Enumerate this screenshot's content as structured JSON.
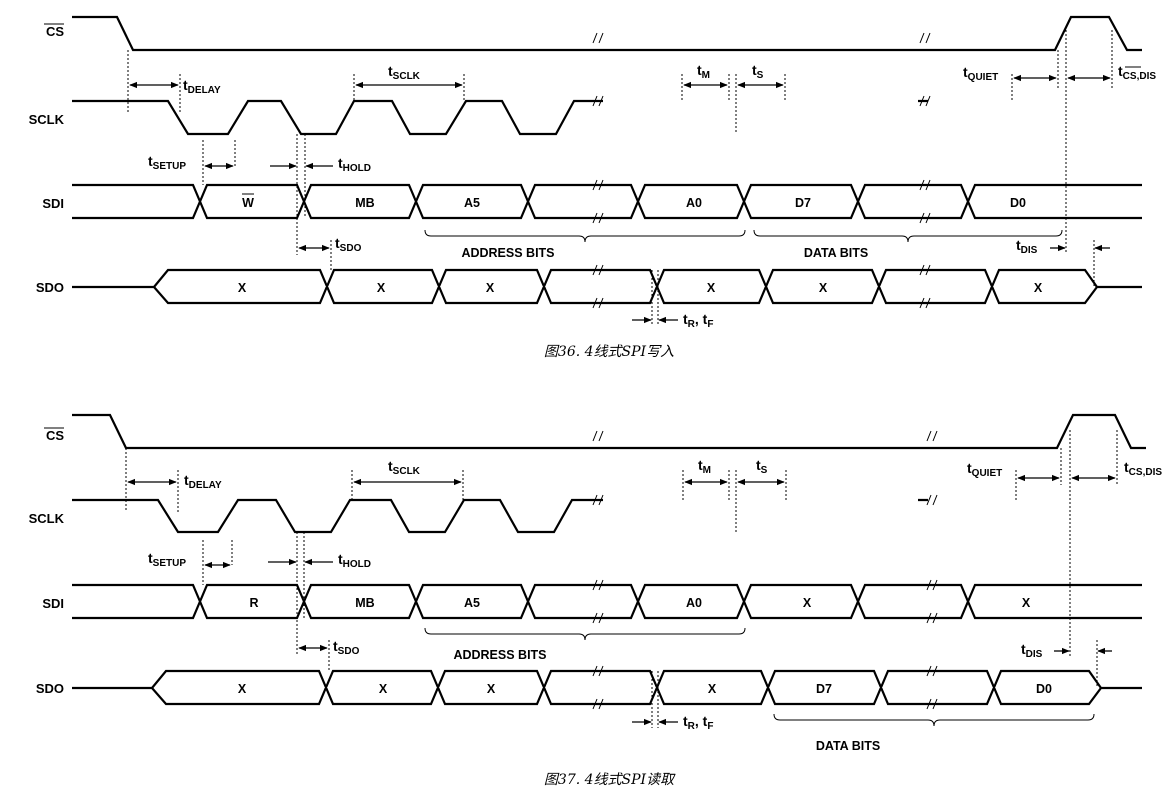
{
  "figures": [
    {
      "caption": "图36. 4线式SPI写入",
      "signals": {
        "cs": "CS",
        "sclk": "SCLK",
        "sdi": "SDI",
        "sdo": "SDO"
      },
      "sdi_bits": [
        "W",
        "MB",
        "A5",
        "A0",
        "D7",
        "D0"
      ],
      "sdo_bits": [
        "X",
        "X",
        "X",
        "X",
        "X",
        "X"
      ],
      "brackets": {
        "address": "ADDRESS BITS",
        "data": "DATA BITS"
      },
      "timing": {
        "delay": {
          "main": "t",
          "sub": "DELAY"
        },
        "sclk": {
          "main": "t",
          "sub": "SCLK"
        },
        "m": {
          "main": "t",
          "sub": "M"
        },
        "s": {
          "main": "t",
          "sub": "S"
        },
        "quiet": {
          "main": "t",
          "sub": "QUIET"
        },
        "csdis": {
          "main": "t",
          "sub": "CS",
          "sub2": ",DIS"
        },
        "setup": {
          "main": "t",
          "sub": "SETUP"
        },
        "hold": {
          "main": "t",
          "sub": "HOLD"
        },
        "sdo": {
          "main": "t",
          "sub": "SDO"
        },
        "dis": {
          "main": "t",
          "sub": "DIS"
        },
        "rf": {
          "main": "t",
          "sub": "R",
          "mid": ", t",
          "sub2": "F"
        }
      }
    },
    {
      "caption": "图37. 4线式SPI读取",
      "signals": {
        "cs": "CS",
        "sclk": "SCLK",
        "sdi": "SDI",
        "sdo": "SDO"
      },
      "sdi_bits": [
        "R",
        "MB",
        "A5",
        "A0",
        "X",
        "X"
      ],
      "sdo_bits": [
        "X",
        "X",
        "X",
        "X",
        "D7",
        "D0"
      ],
      "brackets": {
        "address": "ADDRESS BITS",
        "data": "DATA BITS"
      },
      "timing": {
        "delay": {
          "main": "t",
          "sub": "DELAY"
        },
        "sclk": {
          "main": "t",
          "sub": "SCLK"
        },
        "m": {
          "main": "t",
          "sub": "M"
        },
        "s": {
          "main": "t",
          "sub": "S"
        },
        "quiet": {
          "main": "t",
          "sub": "QUIET"
        },
        "csdis": {
          "main": "t",
          "sub": "CS,DIS",
          "sub2": ""
        },
        "setup": {
          "main": "t",
          "sub": "SETUP"
        },
        "hold": {
          "main": "t",
          "sub": "HOLD"
        },
        "sdo": {
          "main": "t",
          "sub": "SDO"
        },
        "dis": {
          "main": "t",
          "sub": "DIS"
        },
        "rf": {
          "main": "t",
          "sub": "R",
          "mid": ", t",
          "sub2": "F"
        }
      }
    }
  ]
}
